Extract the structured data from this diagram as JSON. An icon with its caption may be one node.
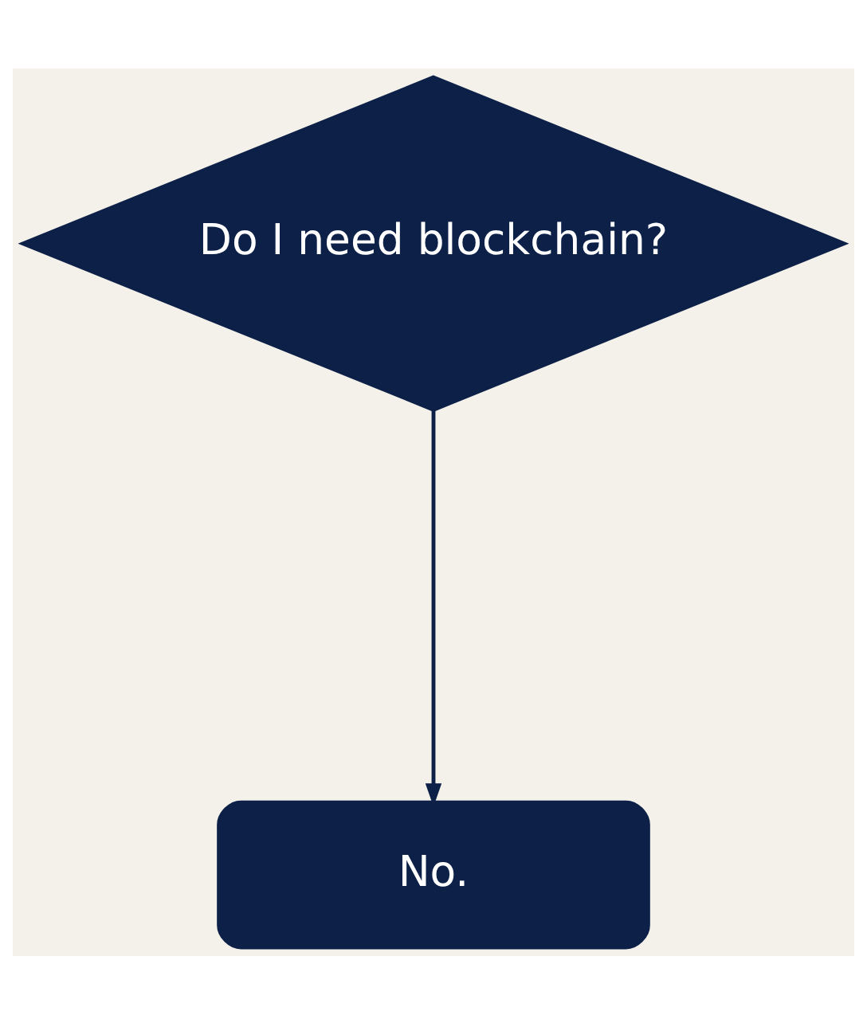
{
  "diagram": {
    "nodes": [
      {
        "text": [
          "Do I need blockchain?"
        ]
      },
      {
        "text": [
          "No."
        ]
      }
    ],
    "edges": [
      {
        "from": 0,
        "to": 1,
        "arrow": "to"
      }
    ]
  }
}
